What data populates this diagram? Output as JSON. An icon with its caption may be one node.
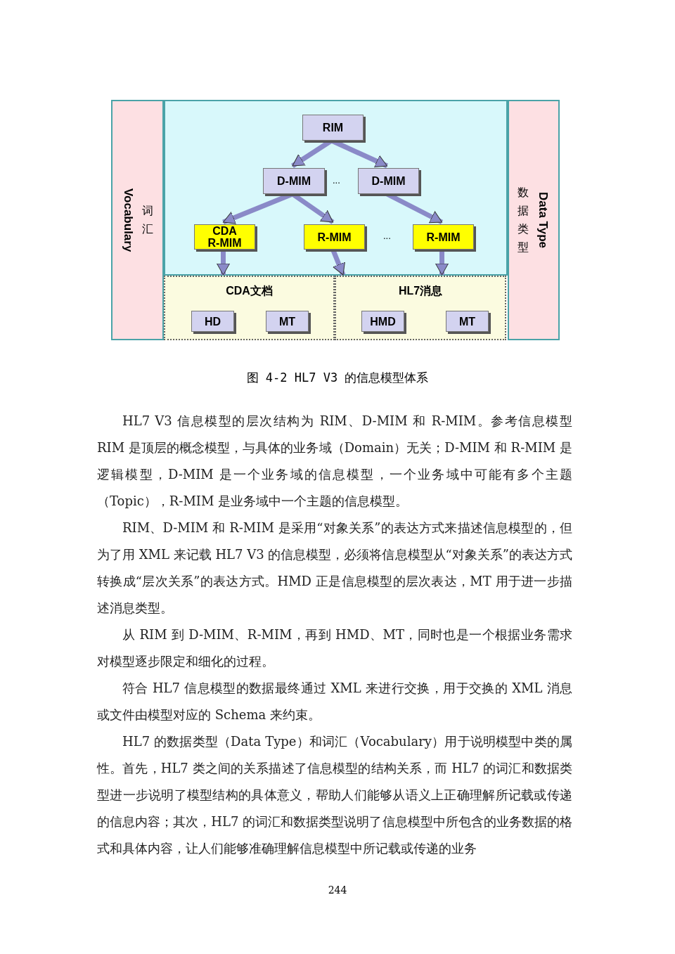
{
  "diagram": {
    "caption": "图 4-2 HL7 V3 的信息模型体系",
    "nodes": [
      {
        "text": [
          "Vocabulary",
          "词汇"
        ]
      },
      {
        "text": [],
        "shape": "box"
      },
      {
        "text": [
          "数据类型",
          "Data Type"
        ]
      },
      {
        "text": [
          "RIM"
        ],
        "in": 1
      },
      {
        "text": [
          "D-MIM"
        ],
        "in": 1
      },
      {
        "text": [
          "D-MIM"
        ],
        "in": 1
      },
      {
        "text": [
          "CDA R-MIM"
        ],
        "in": 1
      },
      {
        "text": [
          "R-MIM"
        ],
        "in": 1
      },
      {
        "text": [
          "R-MIM"
        ],
        "in": 1
      },
      {
        "text": [
          "CDA文档"
        ]
      },
      {
        "text": [
          "HD"
        ],
        "in": 9
      },
      {
        "text": [
          "MT"
        ],
        "in": 9
      },
      {
        "text": [
          "HL7消息"
        ]
      },
      {
        "text": [
          "HMD"
        ],
        "in": 12
      },
      {
        "text": [
          "MT"
        ],
        "in": 12
      }
    ],
    "edges": [
      {
        "from": 3,
        "to": 4,
        "arrow": "to"
      },
      {
        "from": 3,
        "to": 5,
        "arrow": "to"
      },
      {
        "from": 4,
        "to": 6,
        "arrow": "to"
      },
      {
        "from": 4,
        "to": 7,
        "arrow": "to"
      },
      {
        "from": 5,
        "to": 8,
        "arrow": "to"
      },
      {
        "from": 6,
        "to": 9,
        "arrow": "to"
      },
      {
        "from": 7,
        "to": 12,
        "arrow": "to"
      },
      {
        "from": 8,
        "to": 12,
        "arrow": "to"
      }
    ],
    "labels": [
      "...",
      "...",
      "HL7 V3 信息模型的层次结构为 RIM、D-MIM 和 R-MIM。参考信息模型 RIM 是顶层的概念模型，与具体的业务域（Domain）无关；D-MIM 和 R-MIM 是逻辑模型，D-MIM 是一个业务域的信息模型，一个业务域中可能有多个主题（Topic），R-MIM 是业务域中一个主题的信息模型。",
      "RIM、D-MIM 和 R-MIM 是采用“对象关系”的表达方式来描述信息模型的，但为了用 XML 来记载 HL7 V3 的信息模型，必须将信息模型从“对象关系”的表达方式转换成“层次关系”的表达方式。HMD 正是信息模型的层次表达，MT 用于进一步描述消息类型。",
      "从 RIM 到 D-MIM、R-MIM，再到 HMD、MT，同时也是一个根据业务需求对模型逐步限定和细化的过程。",
      "符合 HL7 信息模型的数据最终通过 XML 来进行交换，用于交换的 XML 消息或文件由模型对应的 Schema 来约束。",
      "HL7 的数据类型（Data Type）和词汇（Vocabulary）用于说明模型中类的属性。首先，HL7 类之间的关系描述了信息模型的结构关系，而 HL7 的词汇和数据类型进一步说明了模型结构的具体意义，帮助人们能够从语义上正确理解所记载或传递的信息内容；其次，HL7 的词汇和数据类型说明了信息模型中所包含的业务数据的格式和具体内容，让人们能够准确理解信息模型中所记载或传递的业务",
      "244"
    ]
  }
}
